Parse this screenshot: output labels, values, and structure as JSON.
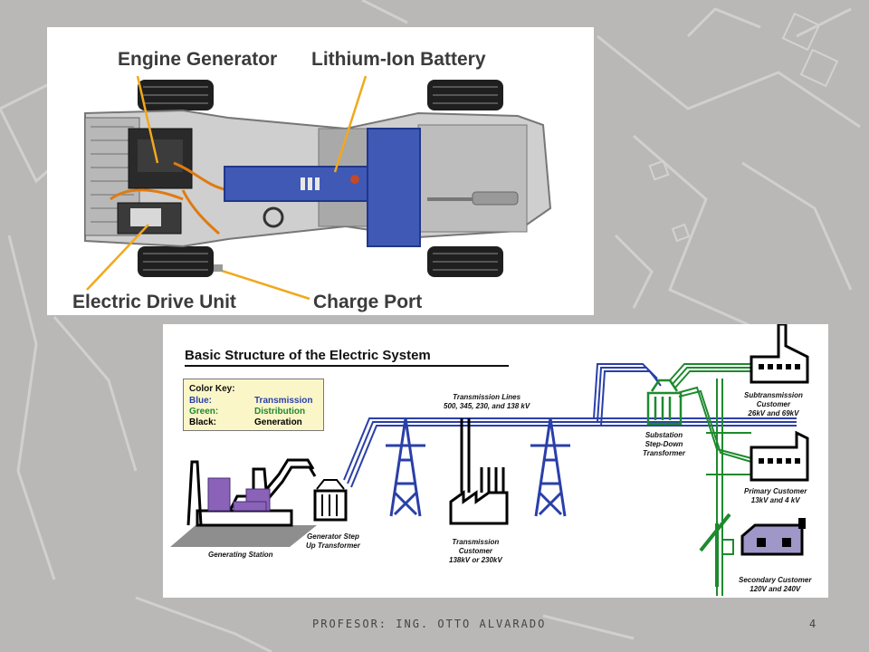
{
  "chassis": {
    "labels": {
      "engine_generator": "Engine Generator",
      "battery": "Lithium-Ion Battery",
      "drive_unit": "Electric Drive Unit",
      "charge_port": "Charge Port"
    }
  },
  "electric_system": {
    "title": "Basic Structure of the Electric System",
    "color_key": {
      "heading": "Color Key:",
      "rows": [
        {
          "color": "Blue:",
          "meaning": "Transmission",
          "hex": "#2a3fa8"
        },
        {
          "color": "Green:",
          "meaning": "Distribution",
          "hex": "#1e8a2e"
        },
        {
          "color": "Black:",
          "meaning": "Generation",
          "hex": "#000000"
        }
      ]
    },
    "labels": {
      "transmission_lines": [
        "Transmission Lines",
        "500, 345, 230, and 138 kV"
      ],
      "substation": [
        "Substation",
        "Step-Down",
        "Transformer"
      ],
      "subtransmission": [
        "Subtransmission",
        "Customer",
        "26kV and 69kV"
      ],
      "primary": [
        "Primary Customer",
        "13kV and 4 kV"
      ],
      "secondary": [
        "Secondary Customer",
        "120V and 240V"
      ],
      "generating_station": "Generating Station",
      "generator_transformer": [
        "Generator Step",
        "Up Transformer"
      ],
      "transmission_customer": [
        "Transmission",
        "Customer",
        "138kV or 230kV"
      ]
    }
  },
  "footer": {
    "professor": "PROFESOR: ING. OTTO ALVARADO",
    "page": "4"
  }
}
